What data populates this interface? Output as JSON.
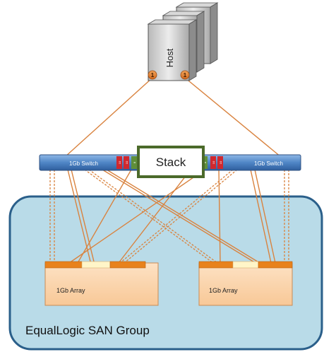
{
  "host": {
    "label": "Host",
    "port_labels": [
      "1",
      "1"
    ]
  },
  "switches": [
    {
      "label": "1Gb Switch",
      "port_labels": [
        "10",
        "10",
        "8"
      ]
    },
    {
      "label": "1Gb Switch",
      "port_labels": [
        "8",
        "10",
        "10"
      ]
    }
  ],
  "stack": {
    "label": "Stack"
  },
  "arrays": [
    {
      "label": "1Gb Array"
    },
    {
      "label": "1Gb Array"
    }
  ],
  "group": {
    "label": "EqualLogic SAN Group"
  },
  "colors": {
    "link": "#d9833f",
    "switch_blue": "#4f86c6",
    "stack_green": "#4b6a2a",
    "group_fill": "#b9dbe8",
    "array_fill": "#fcd5b0",
    "port_red": "#d0282e",
    "port_green": "#5f8f3a"
  }
}
